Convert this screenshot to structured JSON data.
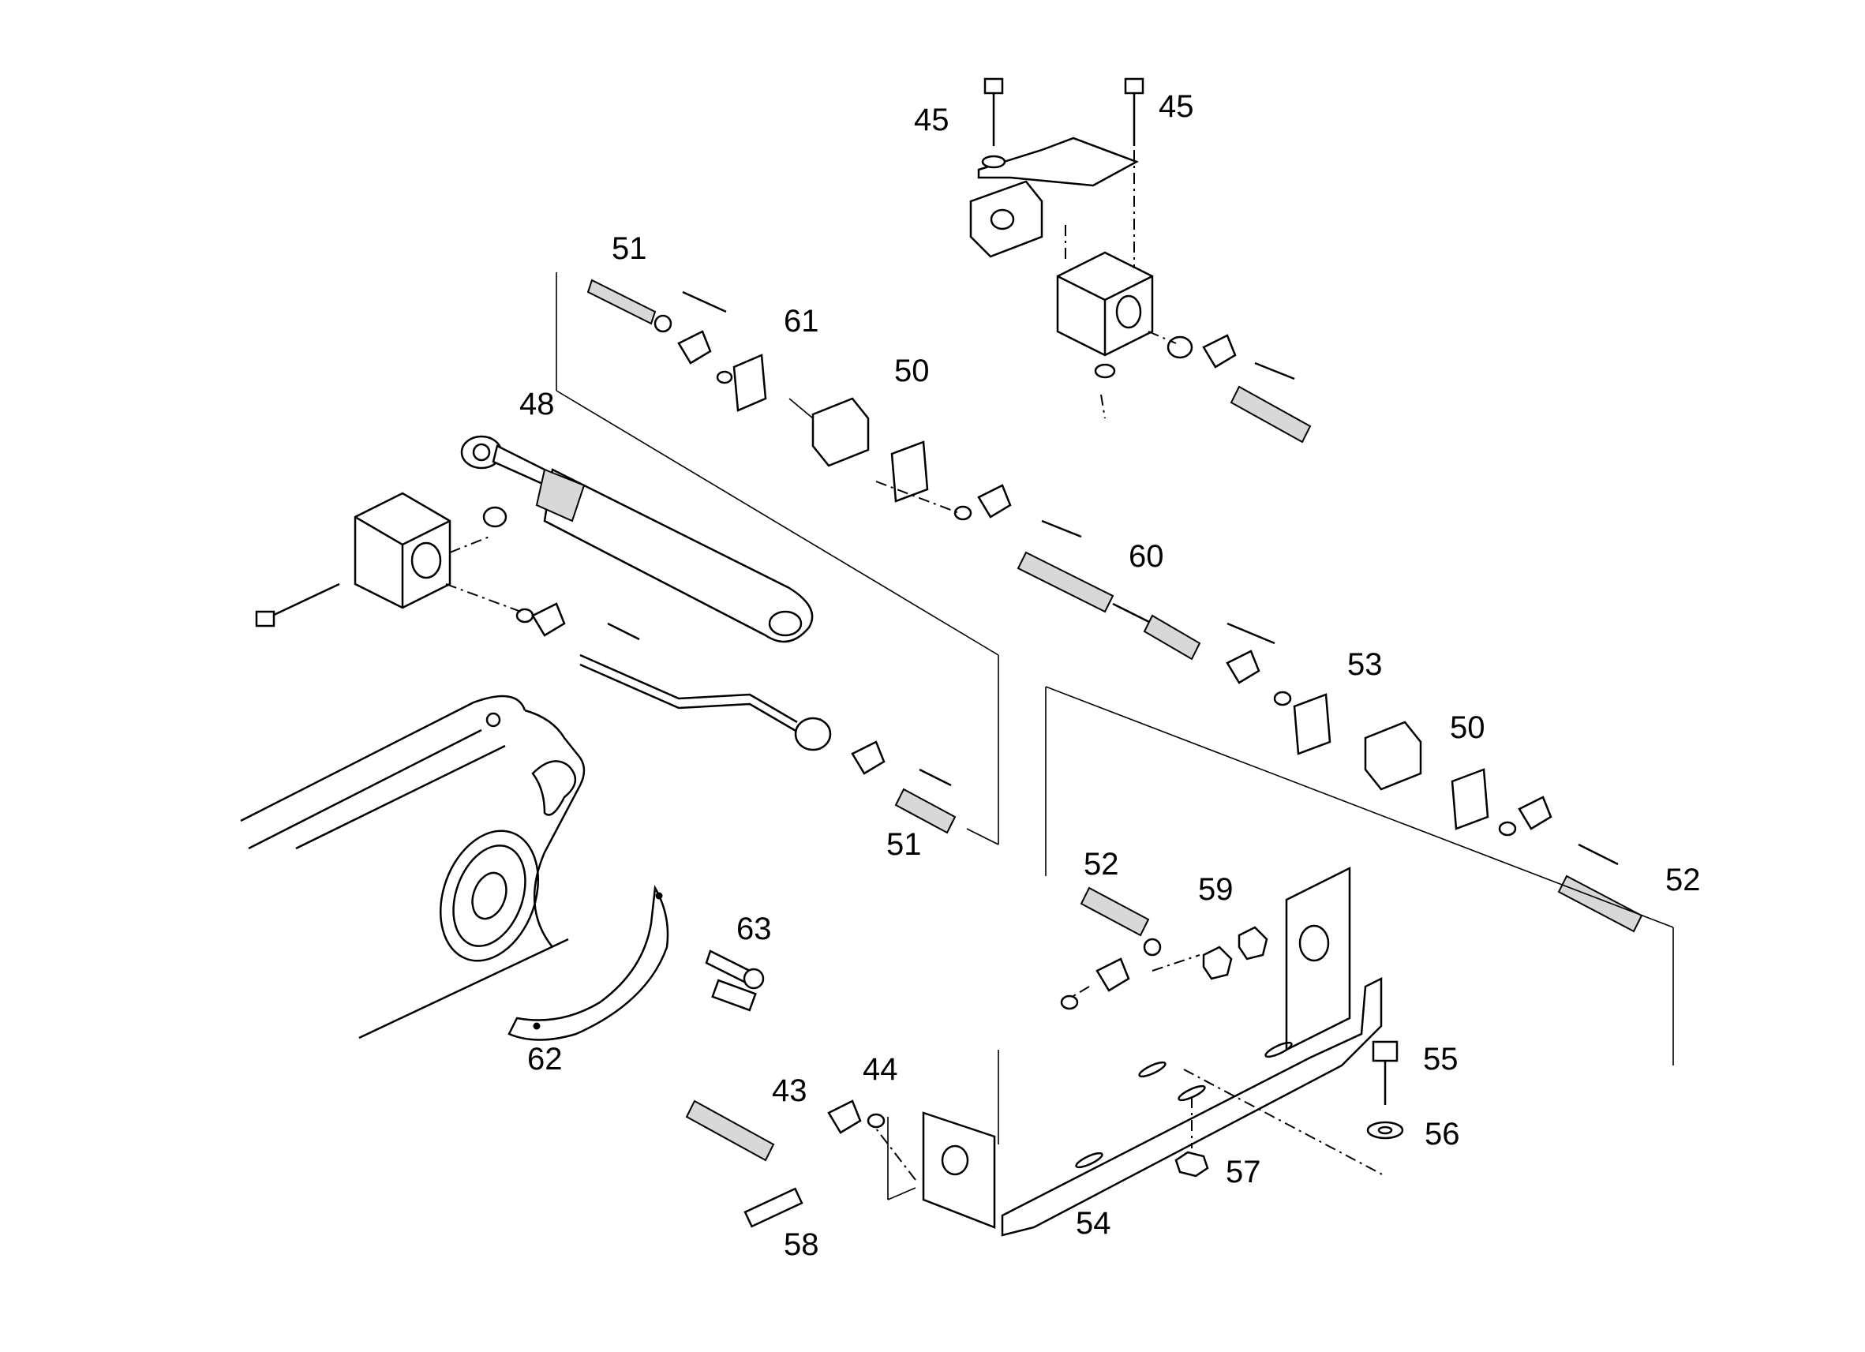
{
  "diagram": {
    "labels": [
      {
        "id": "45a",
        "text": "45"
      },
      {
        "id": "45b",
        "text": "45"
      },
      {
        "id": "51a",
        "text": "51"
      },
      {
        "id": "61",
        "text": "61"
      },
      {
        "id": "50a",
        "text": "50"
      },
      {
        "id": "48",
        "text": "48"
      },
      {
        "id": "60",
        "text": "60"
      },
      {
        "id": "53",
        "text": "53"
      },
      {
        "id": "50b",
        "text": "50"
      },
      {
        "id": "51b",
        "text": "51"
      },
      {
        "id": "52a",
        "text": "52"
      },
      {
        "id": "59",
        "text": "59"
      },
      {
        "id": "52b",
        "text": "52"
      },
      {
        "id": "63",
        "text": "63"
      },
      {
        "id": "62",
        "text": "62"
      },
      {
        "id": "43",
        "text": "43"
      },
      {
        "id": "44",
        "text": "44"
      },
      {
        "id": "55",
        "text": "55"
      },
      {
        "id": "56",
        "text": "56"
      },
      {
        "id": "57",
        "text": "57"
      },
      {
        "id": "54",
        "text": "54"
      },
      {
        "id": "58",
        "text": "58"
      }
    ]
  }
}
